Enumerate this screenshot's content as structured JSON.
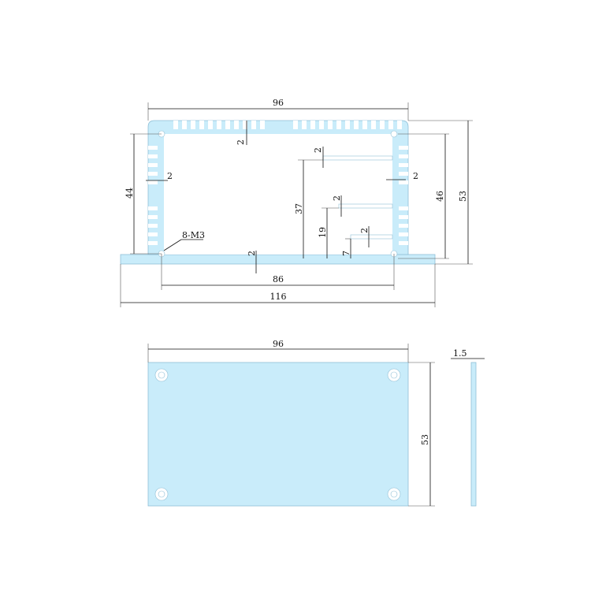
{
  "colors": {
    "part_fill": "#c9ecfa",
    "line": "#111111"
  },
  "profile": {
    "width": "96",
    "wall_top": "2",
    "height_inner": "44",
    "wall_left": "2",
    "hole_note": "8-M3",
    "wall_bottom": "2",
    "slot1_height": "37",
    "slot1_thk": "2",
    "slot2_height": "19",
    "slot2_thk": "2",
    "slot3_height": "7",
    "slot3_thk": "2",
    "wall_right": "2",
    "height_46": "46",
    "height_total": "53",
    "hole_spacing": "86",
    "base_width": "116"
  },
  "cover": {
    "width": "96",
    "height": "53",
    "thickness": "1.5"
  }
}
